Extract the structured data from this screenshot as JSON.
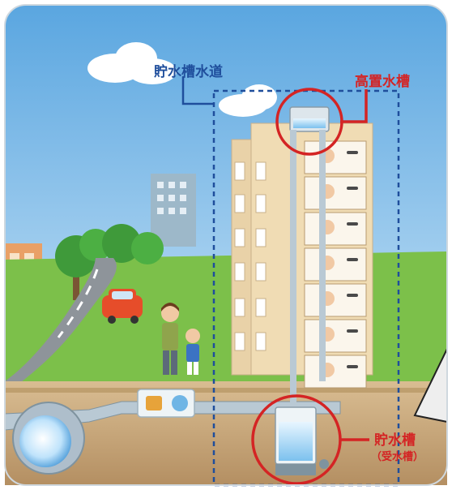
{
  "labels": {
    "system": "貯水槽水道",
    "elevated_tank": "高置水槽",
    "storage_tank": "貯水槽",
    "storage_tank_sub": "（受水槽）"
  },
  "colors": {
    "sky_top": "#5aa6e0",
    "sky_bottom": "#dff0fb",
    "grass": "#7cc04a",
    "ground": "#c8a77a",
    "pipe": "#b9c9d4",
    "building": "#e9d2a8",
    "highlight_blue": "#1f4e9c",
    "highlight_red": "#d42424"
  }
}
